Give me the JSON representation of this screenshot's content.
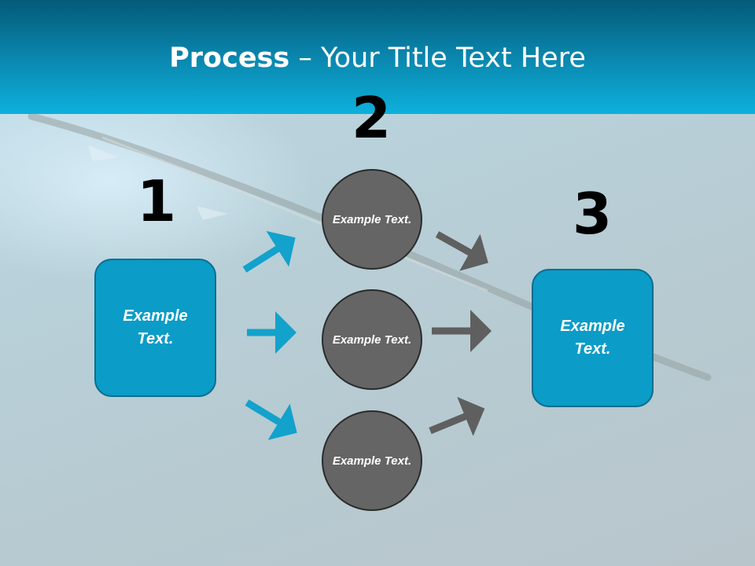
{
  "title": {
    "bold": "Process",
    "rest": " – Your Title Text Here"
  },
  "steps": [
    {
      "number": "1"
    },
    {
      "number": "2"
    },
    {
      "number": "3"
    }
  ],
  "source_box": {
    "label": "Example Text."
  },
  "target_box": {
    "label": "Example Text."
  },
  "circles": [
    {
      "label": "Example Text."
    },
    {
      "label": "Example Text."
    },
    {
      "label": "Example Text."
    }
  ],
  "colors": {
    "header_dark": "#035a78",
    "header_light": "#0db0dc",
    "box_fill": "#0b9cc7",
    "circle_fill": "#656565",
    "blue_arrow": "#12a2cc",
    "gray_arrow": "#5f5f5f"
  }
}
